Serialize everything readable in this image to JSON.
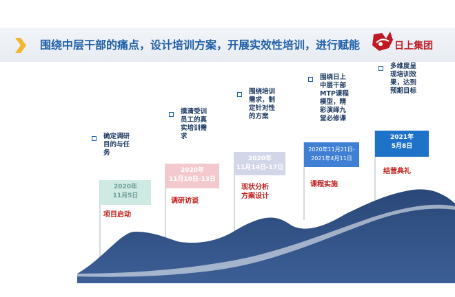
{
  "header": {
    "title": "围绕中层干部的痛点，设计培训方案，开展实效性培训，进行赋能",
    "logo_text": "日上集团"
  },
  "colors": {
    "title": "#1f5fa7",
    "chevron": "#f1b82d",
    "stage_label": "#c0201c",
    "mountain_dark": "#1f3561",
    "logo_red": "#c01b24"
  },
  "stages": [
    {
      "date_lines": [
        "2020年",
        "11月5日"
      ],
      "label_lines": [
        "项目启动"
      ],
      "desc_lines": [
        "确定调研",
        "目的与任",
        "务"
      ],
      "box_color": "#cfe9e3",
      "box_text_color": "#6a9e96"
    },
    {
      "date_lines": [
        "2020年",
        "11月10日-13日"
      ],
      "label_lines": [
        "调研访谈"
      ],
      "desc_lines": [
        "摸清受训",
        "员工的真",
        "实培训需",
        "求"
      ],
      "box_color": "#f3c9ce",
      "box_text_color": "#ffffff"
    },
    {
      "date_lines": [
        "2020年",
        "11月14日-17日"
      ],
      "label_lines": [
        "现状分析",
        "方案设计"
      ],
      "desc_lines": [
        "围绕培训",
        "需求，制",
        "定针对性",
        "的方案"
      ],
      "box_color": "#d2d6e9",
      "box_text_color": "#ffffff"
    },
    {
      "date_lines": [
        "2020年11月21日-",
        "2021年4月11日"
      ],
      "label_lines": [
        "课程实施"
      ],
      "desc_lines": [
        "围绕日上",
        "中层干部",
        "MTP课程",
        "模型，精",
        "彩演绎九",
        "堂必修课"
      ],
      "box_color": "#3f7fd4",
      "box_text_color": "#ffffff"
    },
    {
      "date_lines": [
        "2021年",
        "5月8日"
      ],
      "label_lines": [
        "结营典礼"
      ],
      "desc_lines": [
        "多维度呈",
        "现培训效",
        "果，达到",
        "预期目标"
      ],
      "box_color": "#1e73c8",
      "box_text_color": "#ffffff"
    }
  ]
}
